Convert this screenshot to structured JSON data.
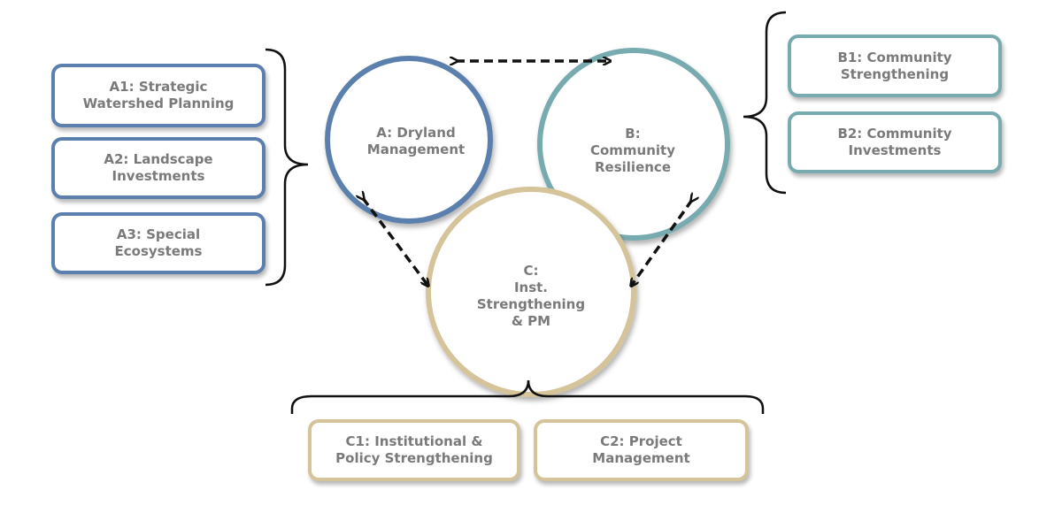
{
  "components": {
    "a": {
      "label": "A: Dryland\nManagement",
      "color": "#5b80ad",
      "subcomponents": [
        {
          "id": "a1",
          "label": "A1: Strategic\nWatershed Planning"
        },
        {
          "id": "a2",
          "label": "A2: Landscape\nInvestments"
        },
        {
          "id": "a3",
          "label": "A3: Special\nEcosystems"
        }
      ]
    },
    "b": {
      "label": "B:\nCommunity\nResilience",
      "color": "#78abb0",
      "subcomponents": [
        {
          "id": "b1",
          "label": "B1: Community\nStrengthening"
        },
        {
          "id": "b2",
          "label": "B2: Community\nInvestments"
        }
      ]
    },
    "c": {
      "label": "C:\nInst.\nStrengthening\n& PM",
      "color": "#d5c499",
      "subcomponents": [
        {
          "id": "c1",
          "label": "C1: Institutional &\nPolicy Strengthening"
        },
        {
          "id": "c2",
          "label": "C2: Project\nManagement"
        }
      ]
    }
  },
  "text_color": "#7a7a7a",
  "connector_color": "#111111"
}
